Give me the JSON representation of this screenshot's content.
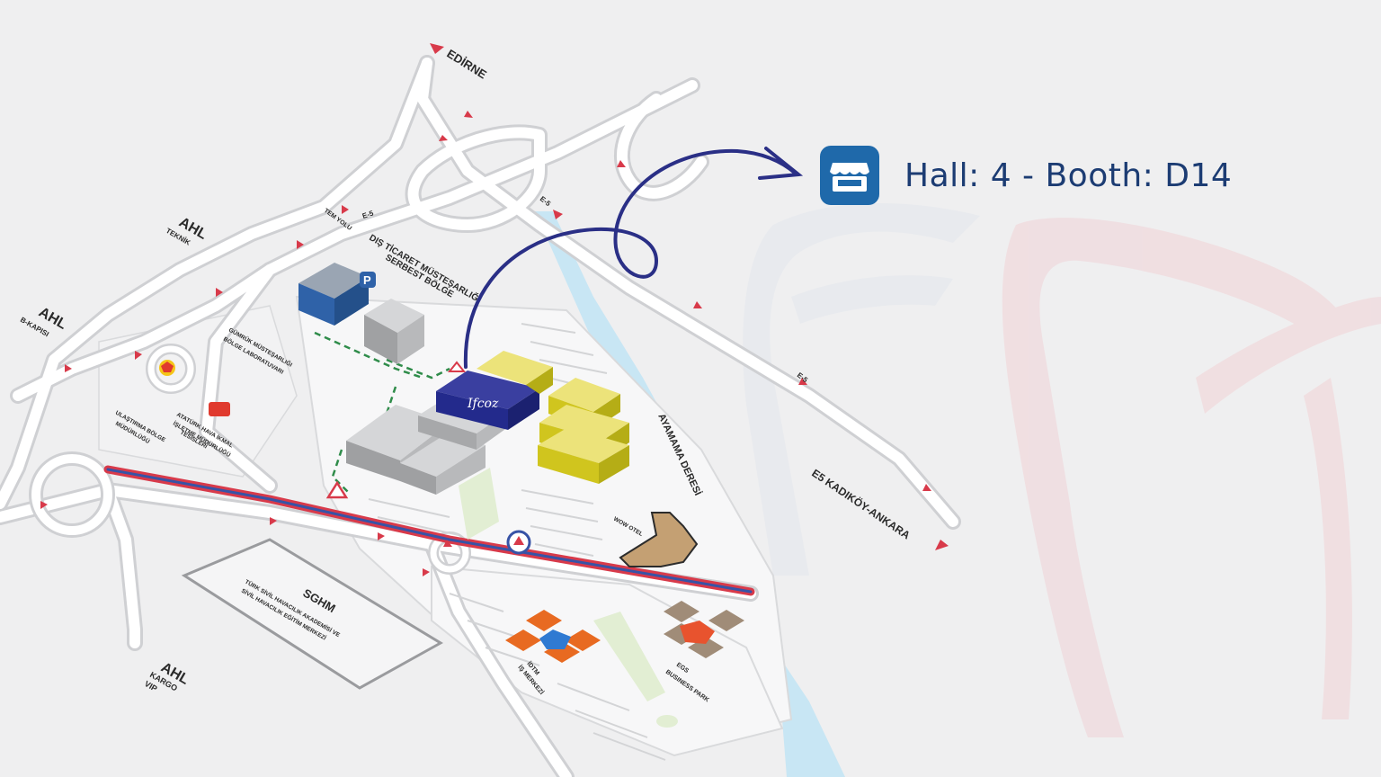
{
  "booth": {
    "text": "Hall: 4 - Booth: D14",
    "icon": "booth-stand-icon",
    "icon_color": "#1f69aa",
    "text_color": "#1c3c73"
  },
  "map": {
    "labels": {
      "edirne": "EDİRNE",
      "tem_yolu": "TEM YOLU",
      "e5_top": "E-5",
      "e5_a": "E-5",
      "e5_b": "E-5",
      "e5_kadikoy": "E5 KADIKÖY-ANKARA",
      "ahl_teknik": "AHL",
      "ahl_teknik_sub": "TEKNİK",
      "ahl_bkapisi": "AHL",
      "ahl_bkapisi_sub": "B-KAPISI",
      "ahl_kargo": "AHL",
      "ahl_kargo_sub1": "KARGO",
      "ahl_kargo_sub2": "VIP",
      "dis_ticaret_1": "DIŞ TİCARET MÜSTEŞARLIĞI",
      "dis_ticaret_2": "SERBEST BÖLGE",
      "gumruk_1": "GÜMRÜK MÜSTEŞARLIĞI",
      "gumruk_2": "BÖLGE LABORATUVARI",
      "ataturk_1": "ATATÜRK HAVA İKMAL",
      "ataturk_2": "İŞLETME MÜDÜRLÜĞÜ",
      "ataturk_3": "TESİSLERİ",
      "ulastirma_1": "ULAŞTIRMA BÖLGE",
      "ulastirma_2": "MÜDÜRLÜĞÜ",
      "ayamama": "AYAMAMA DERESİ",
      "sghm": "SGHM",
      "sghm_1": "TÜRK SİVİL HAVACILIK AKADEMİSİ VE",
      "sghm_2": "SİVİL HAVACILIK EĞİTİM MERKEZİ",
      "wow": "WOW OTEL",
      "idtm_1": "İDTM",
      "idtm_2": "İŞ MERKEZİ",
      "ebs_1": "EGS",
      "ebs_2": "BUSINESS PARK",
      "parking": "P",
      "venue_logo": "Ifcoz"
    },
    "colors": {
      "road": "#ffffff",
      "road_edge": "#cfd0d3",
      "river": "#c8e6f4",
      "highlight_hall": "#232a8c",
      "yellow_halls": "#e0d52a",
      "gray_halls": "#b8b9bb",
      "arrow": "#2a2f86",
      "rail_red": "#d83a4a",
      "rail_blue": "#3753a6"
    }
  }
}
